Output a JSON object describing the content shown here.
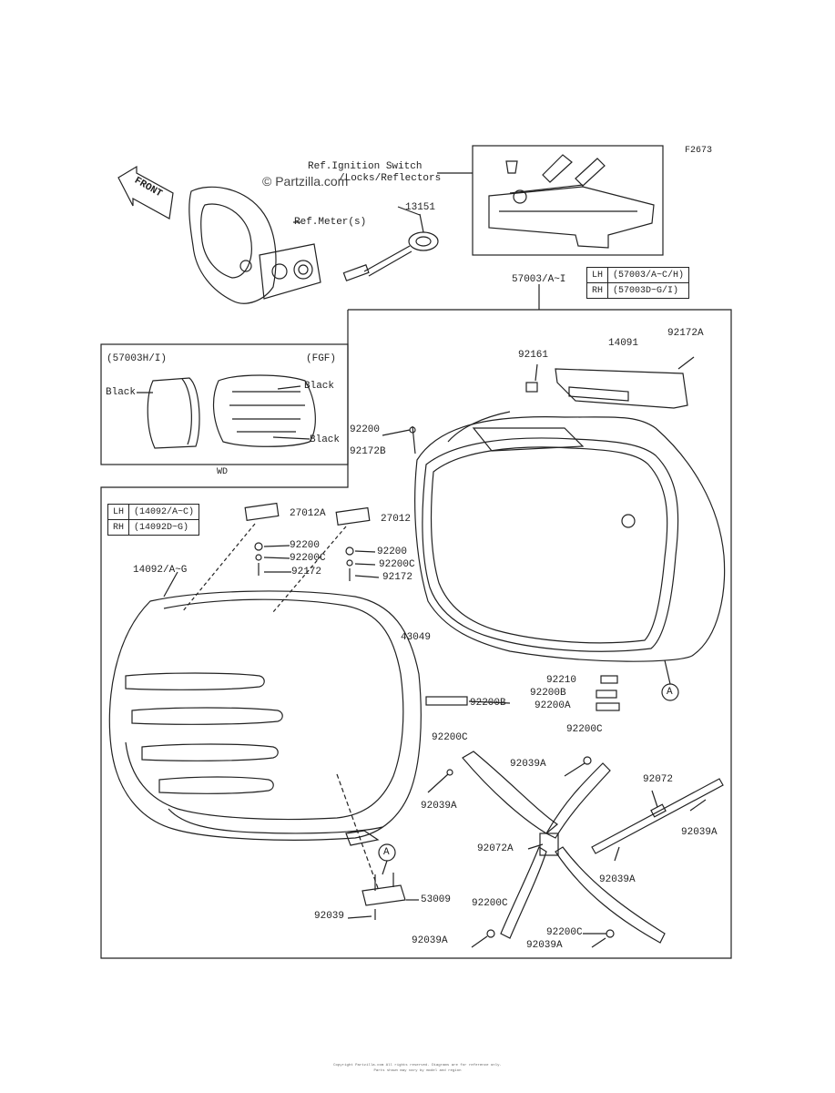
{
  "figure_code": "F2673",
  "watermark": "© Partzilla.com",
  "front_label": "FRONT",
  "top_refs": {
    "ignition_line1": "Ref.Ignition Switch",
    "ignition_line2": "/Locks/Reflectors",
    "meter": "Ref.Meter(s)"
  },
  "inset_left": {
    "title": "(57003H/I)",
    "region": "(FGF)",
    "color1": "Black",
    "color2": "Black",
    "color3": "Black",
    "caption": "WD"
  },
  "table_57003": [
    {
      "side": "LH",
      "part": "(57003/A~C/H)"
    },
    {
      "side": "RH",
      "part": "(57003D~G/I)"
    }
  ],
  "table_14092": [
    {
      "side": "LH",
      "part": "(14092/A~C)"
    },
    {
      "side": "RH",
      "part": "(14092D~G)"
    }
  ],
  "callouts": {
    "p13151": "13151",
    "p57003": "57003/A~I",
    "p92161": "92161",
    "p14091": "14091",
    "p92172A": "92172A",
    "p92200_a": "92200",
    "p92172B": "92172B",
    "p27012A": "27012A",
    "p27012": "27012",
    "p92200_b": "92200",
    "p92200C_a": "92200C",
    "p92172_a": "92172",
    "p92200_c": "92200",
    "p92200C_b": "92200C",
    "p92172_b": "92172",
    "p14092": "14092/A~G",
    "p43049": "43049",
    "p92210": "92210",
    "p92200B_a": "92200B",
    "p92200A": "92200A",
    "p92200B_b": "92200B",
    "marker_a1": "A",
    "marker_a2": "A",
    "p92200C_c": "92200C",
    "p92200C_d": "92200C",
    "p92039A_a": "92039A",
    "p92039A_b": "92039A",
    "p92072": "92072",
    "p92039A_c": "92039A",
    "p92072A": "92072A",
    "p92039A_d": "92039A",
    "p53009": "53009",
    "p92039": "92039",
    "p92200C_e": "92200C",
    "p92200C_f": "92200C",
    "p92039A_e": "92039A",
    "p92039A_f": "92039A"
  },
  "footer_line1": "Copyright Partzilla.com All rights reserved. Diagrams are for reference only.",
  "footer_line2": "Parts shown may vary by model and region"
}
